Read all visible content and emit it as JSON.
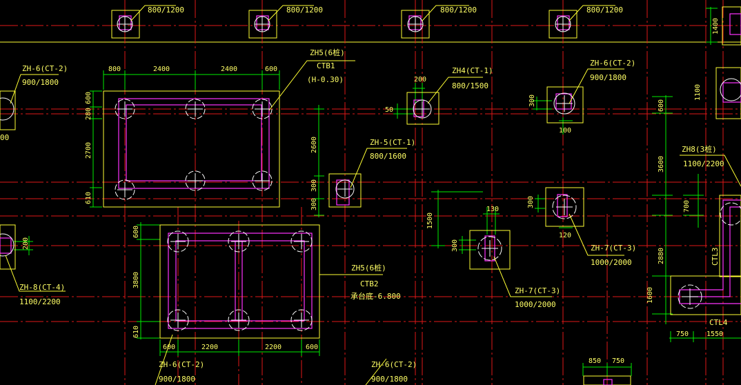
{
  "colors": {
    "background": "#000000",
    "axis": "#ff2020",
    "cap": "#ffff33",
    "dim": "#00ff00",
    "wall": "#ff33ff",
    "pile": "#ffffff",
    "text": "#ffff66"
  },
  "labels": {
    "top_800_1200_a": "800/1200",
    "top_800_1200_b": "800/1200",
    "top_800_1200_c": "800/1200",
    "top_800_1200_d": "800/1200",
    "zh6_left": "ZH-6(CT-2)",
    "zh6_left_size": "900/1800",
    "zh5_top": "ZH5(6桩)",
    "ctb1": "CTB1",
    "ctb1_elev": "(H-0.30)",
    "zh4": "ZH4(CT-1)",
    "zh4_size": "800/1500",
    "zh6_right": "ZH-6(CT-2)",
    "zh6_right_size": "900/1800",
    "zh5_ct1": "ZH-5(CT-1)",
    "zh5_ct1_size": "800/1600",
    "zh8_right": "ZH8(3桩)",
    "zh8_right_size": "1100/2200",
    "zh7_right": "ZH-7(CT-3)",
    "zh7_right_size": "1000/2000",
    "zh7_mid": "ZH-7(CT-3)",
    "zh7_mid_size": "1000/2000",
    "zh5_bottom": "ZH5(6桩)",
    "ctb2": "CTB2",
    "ctb2_elev": "承台底-6.800",
    "zh8_left": "ZH-8(CT-4)",
    "zh8_left_size": "1100/2200",
    "zh6_bot_a": "ZH-6(CT-2)",
    "zh6_bot_a_size": "900/1800",
    "zh6_bot_b": "ZH-6(CT-2)",
    "zh6_bot_b_size": "900/1800",
    "ctl3": "CTL3",
    "ctl4": "CTL4",
    "frag_00": "00"
  },
  "dims": {
    "ctb1_800": "800",
    "ctb1_2400a": "2400",
    "ctb1_2400b": "2400",
    "ctb1_600": "600",
    "ctb1_v600": "600",
    "ctb1_v280": "280",
    "ctb1_v2700": "2700",
    "ctb1_v610": "610",
    "v2600": "2600",
    "v300a": "300",
    "v300b": "300",
    "zh4_200": "200",
    "zh4_50": "50",
    "zh6r_300": "300",
    "zh6r_100": "100",
    "r_600": "600",
    "r_3600": "3600",
    "r_700": "700",
    "r_2880": "2880",
    "r_1600": "1600",
    "r_750": "750",
    "r_1550": "1550",
    "v1500": "1500",
    "zh7r_300": "300",
    "zh7r_120": "120",
    "zh7m_130": "130",
    "zh7m_300": "300",
    "ctb2_v600": "600",
    "ctb2_v3800": "3800",
    "ctb2_v610": "610",
    "ctb2_600a": "600",
    "ctb2_2200a": "2200",
    "ctb2_2200b": "2200",
    "ctb2_600b": "600",
    "left_200": "200",
    "br_850": "850",
    "br_750": "750",
    "tr_1400": "1400",
    "tr_1100": "1100"
  }
}
